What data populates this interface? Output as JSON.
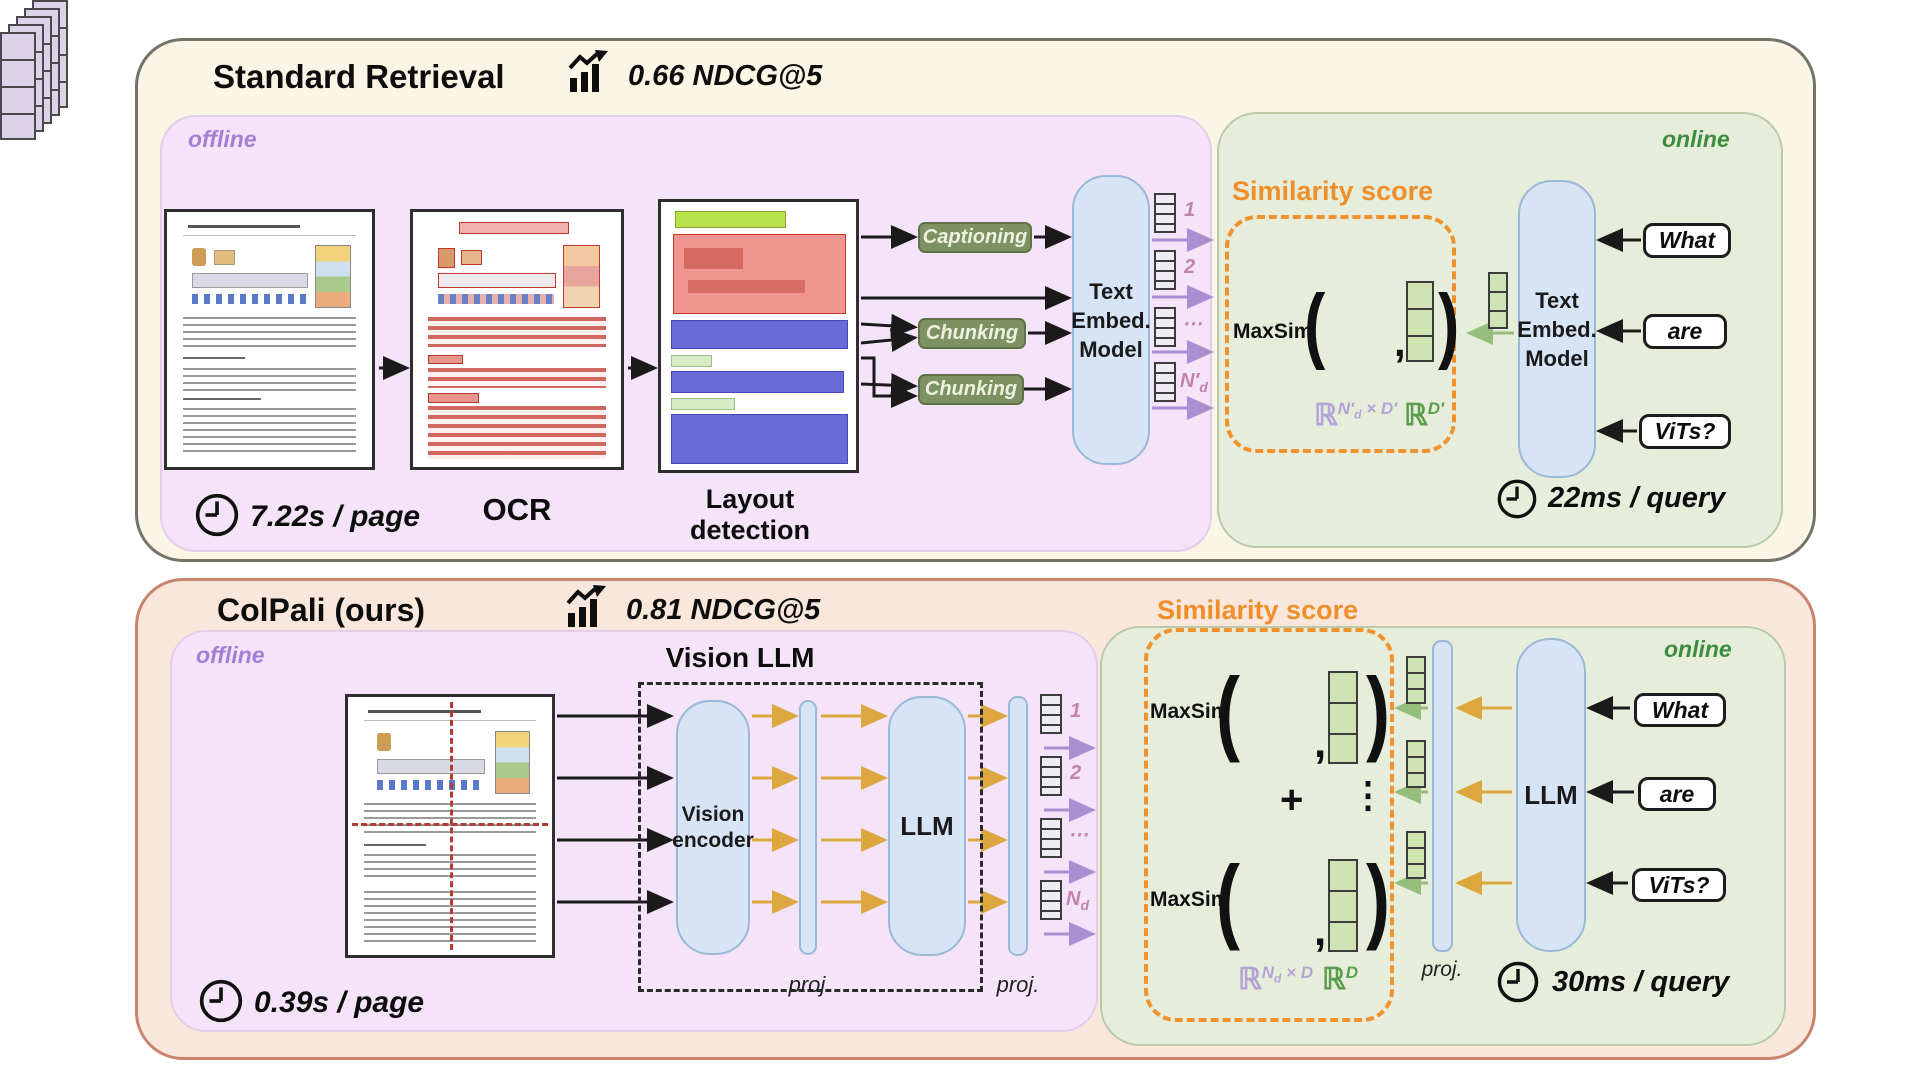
{
  "standard": {
    "title": "Standard Retrieval",
    "metric": "0.66 NDCG@5",
    "offline_label": "offline",
    "page_time": "7.22s / page",
    "ocr_label": "OCR",
    "layout_label_1": "Layout",
    "layout_label_2": "detection",
    "captioning": "Captioning",
    "chunking_1": "Chunking",
    "chunking_2": "Chunking",
    "embed_model_1": "Text",
    "embed_model_2": "Embed.",
    "embed_model_3": "Model",
    "q_model_1": "Text",
    "q_model_2": "Embed.",
    "q_model_3": "Model",
    "vec_1": "1",
    "vec_2": "2",
    "vec_dots": "⋯",
    "vec_n_main": "N′",
    "vec_n_sub": "d",
    "online_label": "online",
    "similarity_title": "Similarity score",
    "maxsim": "MaxSim",
    "paren_open": "(",
    "comma": ",",
    "paren_close": ")",
    "r_doc_sym": "ℝ",
    "r_doc_sup_1": "N′",
    "r_doc_sup_sub": "d",
    "r_doc_sup_2": " × D′",
    "r_q_sym": "ℝ",
    "r_q_sup": "D′",
    "query_1": "What",
    "query_2": "are",
    "query_3": "ViTs?",
    "query_time": "22ms / query"
  },
  "colpali": {
    "title": "ColPali (ours)",
    "metric": "0.81 NDCG@5",
    "offline_label": "offline",
    "page_time": "0.39s / page",
    "vision_llm_title": "Vision LLM",
    "vision_encoder_1": "Vision",
    "vision_encoder_2": "encoder",
    "proj_1": "proj.",
    "proj_2": "proj.",
    "proj_3": "proj.",
    "llm_offline": "LLM",
    "llm_online": "LLM",
    "vec_1": "1",
    "vec_2": "2",
    "vec_dots": "⋯",
    "vec_n_main": "N",
    "vec_n_sub": "d",
    "online_label": "online",
    "similarity_title": "Similarity score",
    "maxsim_1": "MaxSim",
    "maxsim_2": "MaxSim",
    "plus": "+",
    "vdots": "⋮",
    "paren_open": "(",
    "comma": ",",
    "paren_close": ")",
    "r_doc_sym": "ℝ",
    "r_doc_sup_1": "N",
    "r_doc_sup_sub": "d",
    "r_doc_sup_2": " × D",
    "r_q_sym": "ℝ",
    "r_q_sup": "D",
    "query_1": "What",
    "query_2": "are",
    "query_3": "ViTs?",
    "query_time": "30ms / query"
  },
  "colors": {
    "cream_bg": "#faf5e4",
    "salmon_bg": "#f9e7db",
    "purple_bg": "#f5e4f9",
    "green_bg": "#e6edda",
    "accent_orange": "#ee8f2b",
    "offline_text": "#a27fd2",
    "online_text": "#3c8d40"
  }
}
